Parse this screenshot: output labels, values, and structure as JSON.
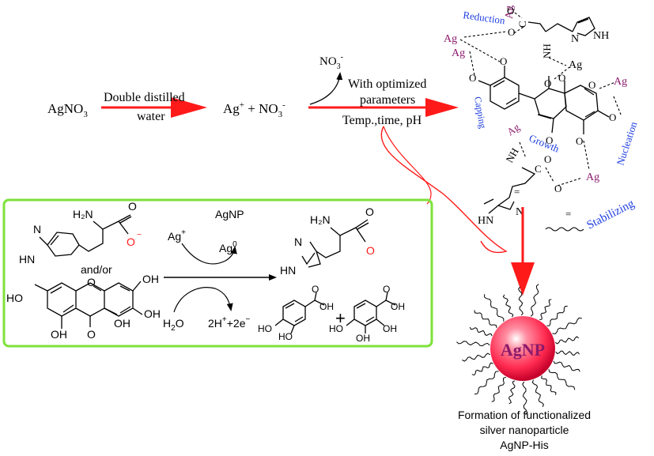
{
  "colors": {
    "red": "#ff1a1a",
    "silver_label": "#8b1a6b",
    "blue_label": "#1f3fe0",
    "green_frame": "#7ee23a",
    "arrow_black": "#000000",
    "sphere_core": "#ff3b5c"
  },
  "top_scheme": {
    "reactant": "AgNO",
    "reactant_sub": "3",
    "step1_line1": "Double distilled",
    "step1_line2": "water",
    "ions_ag": "Ag",
    "ions_plus_sup": "+",
    "ions_mid": " + NO",
    "ions_sub": "3",
    "ions_minus_sup": "-",
    "byproduct": "NO",
    "byproduct_sub": "3",
    "byproduct_sup": "-",
    "step2_line1": "With optimized",
    "step2_line2": "parameters",
    "step2_line3": "Temp.,time, pH"
  },
  "complex": {
    "labels": {
      "reduction": "Reduction",
      "capping": "Capping",
      "growth": "Growth",
      "nucleation": "Nucleation",
      "stabilizing": "Stabilizing"
    },
    "ag": "Ag",
    "atoms": {
      "o": "O",
      "c": "C",
      "nh": "NH",
      "n": "N",
      "hn": "HN",
      "eq": "="
    }
  },
  "inset": {
    "agnp_label": "AgNP",
    "and_or": "and/or",
    "ag_plus": "Ag",
    "ag_plus_sup": "+",
    "ag_zero": "Ag",
    "ag_zero_sup": "0",
    "h2o": "H",
    "h2o_sub": "2",
    "h2o_end": "O",
    "protons": "2H",
    "protons_sup": "+",
    "electrons": "+2e",
    "electrons_sup": "−",
    "plus": "+",
    "atoms": {
      "h2n": "H₂N",
      "o": "O",
      "hn": "HN",
      "n": "N",
      "ho": "HO",
      "oh": "OH"
    }
  },
  "product": {
    "sphere_label": "AgNP",
    "caption_line1": "Formation of functionalized",
    "caption_line2": "silver nanoparticle",
    "caption_line3": "AgNP-His"
  }
}
